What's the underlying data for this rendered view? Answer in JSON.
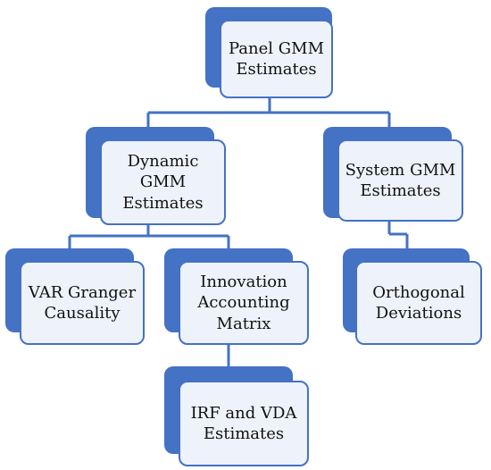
{
  "nodes": {
    "root": "Panel GMM\nEstimates",
    "dynamic": "Dynamic\nGMM\nEstimates",
    "system": "System GMM\nEstimates",
    "var": "VAR Granger\nCausality",
    "innovation": "Innovation\nAccounting\nMatrix",
    "orthogonal": "Orthogonal\nDeviations",
    "irf": "IRF and VDA\nEstimates"
  },
  "colors": {
    "accent": "#4472c4",
    "box_fill": "#eef2fa"
  }
}
